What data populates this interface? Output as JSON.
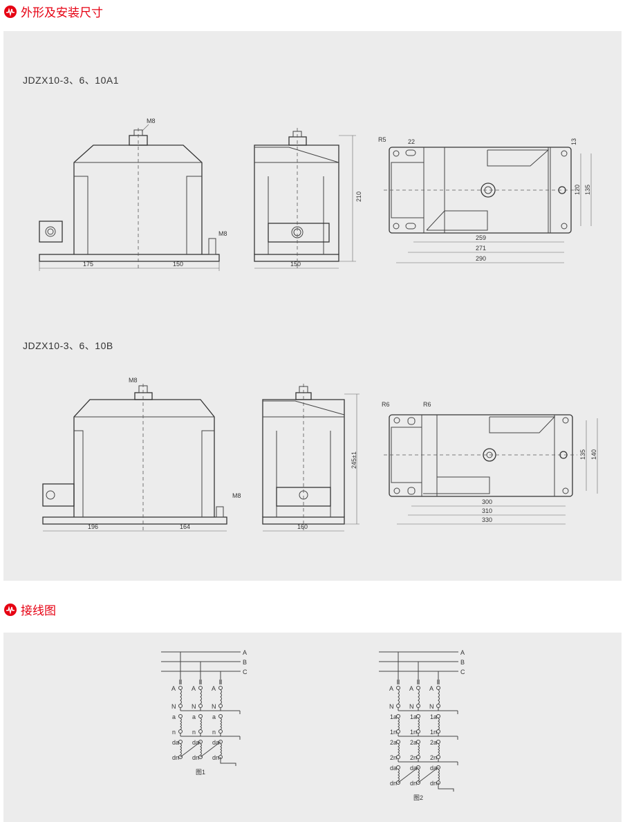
{
  "sections": {
    "dimensions_title": "外形及安装尺寸",
    "wiring_title": "接线图"
  },
  "colors": {
    "accent": "#e60012",
    "panel": "#ececec"
  },
  "model_a": {
    "name": "JDZX10-3、6、10A1",
    "m8_top": "M8",
    "m8_side": "M8",
    "dim_left": "175",
    "dim_right": "150",
    "side_width": "150",
    "height": "210",
    "r5": "R5",
    "d22": "22",
    "d13": "13",
    "d120": "120",
    "d135": "135",
    "d259": "259",
    "d271": "271",
    "d290": "290"
  },
  "model_b": {
    "name": "JDZX10-3、6、10B",
    "m8_top": "M8",
    "m8_side": "M8",
    "dim_left": "196",
    "dim_right": "164",
    "side_width": "160",
    "height": "245±1",
    "r6a": "R6",
    "r6b": "R6",
    "d135": "135",
    "d140": "140",
    "d300": "300",
    "d310": "310",
    "d330": "330"
  },
  "wiring": {
    "phases": [
      "A",
      "B",
      "C"
    ],
    "fig1": {
      "caption": "图1",
      "rows": [
        [
          "A",
          "N"
        ],
        [
          "a",
          "n"
        ],
        [
          "da",
          "dn"
        ]
      ]
    },
    "fig2": {
      "caption": "图2",
      "rows": [
        [
          "A",
          "N"
        ],
        [
          "1a",
          "1n"
        ],
        [
          "2a",
          "2n"
        ],
        [
          "da",
          "dn"
        ]
      ]
    }
  }
}
